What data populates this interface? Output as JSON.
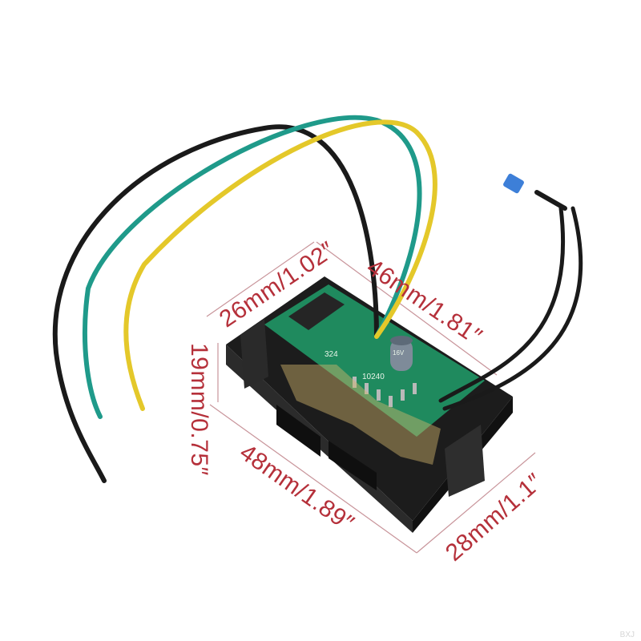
{
  "dimensions": {
    "top_left": "26mm/1.02″",
    "top_right": "46mm/1.81″",
    "height": "19mm/0.75″",
    "bottom_left": "48mm/1.89″",
    "bottom_right": "28mm/1.1″"
  },
  "board_markings": {
    "ic_label": "324",
    "board_code": "10240",
    "capacitor_code": "16V"
  },
  "colors": {
    "dimension_text": "#b5303a",
    "wire_black": "#1a1a1a",
    "wire_green": "#1f9a8a",
    "wire_yellow": "#e4c82a",
    "pcb": "#1f8a5e",
    "housing": "#1c1c1c",
    "connector": "#3d7fd8"
  },
  "watermark": "BXJ"
}
